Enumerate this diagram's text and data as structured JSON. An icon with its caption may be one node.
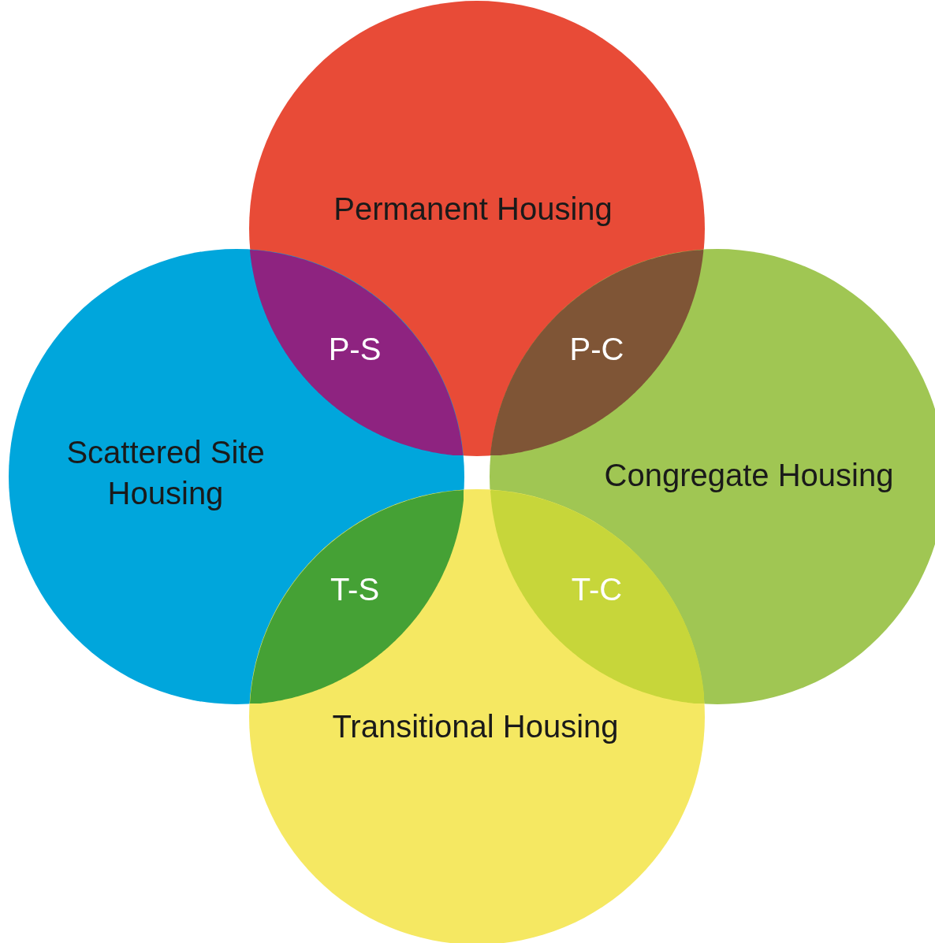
{
  "diagram": {
    "nodes": [
      {
        "text": [
          "Permanent Housing"
        ]
      },
      {
        "text": [
          "Scattered Site Housing"
        ]
      },
      {
        "text": [
          "Congregate Housing"
        ]
      },
      {
        "text": [
          "Transitional Housing"
        ]
      },
      {
        "text": [
          "P-S"
        ]
      },
      {
        "text": [
          "P-C"
        ]
      },
      {
        "text": [
          "T-S"
        ]
      },
      {
        "text": [
          "T-C"
        ]
      }
    ],
    "edges": []
  }
}
